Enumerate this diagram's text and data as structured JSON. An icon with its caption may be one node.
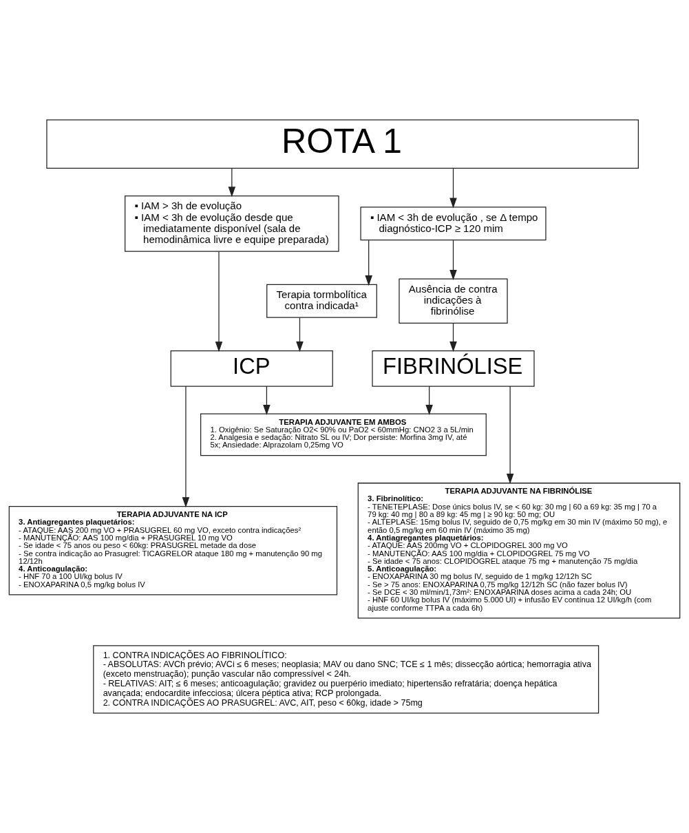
{
  "diagram": {
    "nodes": [
      {
        "text": [
          "ROTA 1"
        ]
      },
      {
        "text": [
          "▪ IAM > 3h de evolução",
          "▪ IAM < 3h de evolução desde que imediatamente disponível (sala de hemodinâmica livre e equipe preparada)"
        ]
      },
      {
        "text": [
          "▪ IAM < 3h de evolução , se Δ tempo diagnóstico-ICP ≥ 120 mim"
        ]
      },
      {
        "text": [
          "Terapia tormbolítica contra indicada¹"
        ]
      },
      {
        "text": [
          "Ausência de contra indicações à fibrinólise"
        ]
      },
      {
        "text": [
          "ICP"
        ]
      },
      {
        "text": [
          "FIBRINÓLISE"
        ]
      },
      {
        "text": [
          "TERAPIA ADJUVANTE EM AMBOS",
          "1. Oxigênio: Se Saturação O2< 90% ou PaO2 < 60mmHg: CNO2 3 a 5L/min",
          "2. Analgesia e sedação: Nitrato SL ou IV; Dor persiste: Morfina 3mg IV, até 5x; Ansiedade: Alprazolam 0,25mg VO"
        ]
      },
      {
        "text": [
          "TERAPIA ADJUVANTE NA ICP",
          "3. Antiagregantes plaquetários:",
          "- ATAQUE: AAS 200 mg VO + PRASUGREL 60 mg VO, exceto contra indicações²",
          "- MANUTENÇÃO: AAS 100 mg/dia + PRASUGREL 10 mg VO",
          "- Se idade < 75 anos ou peso < 60kg: PRASUGREL metade da dose",
          "- Se contra indicação ao Prasugrel: TICAGRELOR ataque 180 mg + manutenção 90 mg 12/12h",
          "4. Anticoagulação:",
          "- HNF 70 a 100 UI/kg bolus IV",
          "- ENOXAPARINA 0,5 mg/kg bolus IV"
        ]
      },
      {
        "text": [
          "TERAPIA ADJUVANTE NA FIBRINÓLISE",
          "3. Fibrinolítico:",
          "- TENETEPLASE: Dose únics bolus IV, se < 60 kg: 30 mg | 60 a 69 kg: 35 mg | 70 a 79 kg: 40 mg | 80 a 89 kg: 45 mg | ≥ 90 kg: 50 mg; OU",
          "- ALTEPLASE: 15mg bolus IV, seguido de 0,75 mg/kg em 30 min IV (máximo 50 mg), e então 0,5 mg/kg em 60 min IV (máximo 35 mg)",
          "4. Antiagregantes plaquetários:",
          "- ATAQUE: AAS 200mg VO + CLOPIDOGREL 300 mg VO",
          "- MANUTENÇÃO: AAS 100 mg/dia + CLOPIDOGREL 75 mg VO",
          "- Se idade < 75 anos: CLOPIDOGREL ataque 75 mg + manutenção 75 mg/dia",
          "5. Anticoagulação:",
          "- ENOXAPARINA 30 mg bolus IV, seguido de 1 mg/kg 12/12h SC",
          "- Se > 75 anos: ENOXAPARINA 0,75 mg/kg 12/12h SC (não fazer bolus IV)",
          "- Se DCE < 30 ml/min/1,73m²: ENOXAPARINA doses acima a cada 24h; OU",
          "- HNF 60 UI/kg bolus IV (máximo 5.000 UI) + infusão EV contínua 12 UI/kg/h (com ajuste conforme TTPA a cada 6h)"
        ]
      },
      {
        "text": [
          "1. CONTRA INDICAÇÕES AO FIBRINOLÍTICO:",
          "- ABSOLUTAS: AVCh prévio; AVCi ≤ 6 meses; neoplasia; MAV ou dano SNC; TCE ≤ 1 mês; dissecção aórtica; hemorragia ativa (exceto menstruação); punção vascular não compressível < 24h.",
          "- RELATIVAS: AIT; ≤ 6 meses; anticoagulação; gravidez ou puerpério imediato; hipertensão refratária; doença hepática avançada; endocardite infecciosa; úlcera péptica ativa; RCP prolongada.",
          "2. CONTRA INDICAÇÕES AO PRASUGREL: AVC, AIT, peso < 60kg, idade > 75mg"
        ]
      }
    ],
    "edges": [
      {
        "from": 0,
        "to": 1,
        "arrow": "to"
      },
      {
        "from": 0,
        "to": 2,
        "arrow": "to"
      },
      {
        "from": 2,
        "to": 3,
        "arrow": "to"
      },
      {
        "from": 2,
        "to": 4,
        "arrow": "to"
      },
      {
        "from": 1,
        "to": 5,
        "arrow": "to"
      },
      {
        "from": 3,
        "to": 5,
        "arrow": "to"
      },
      {
        "from": 4,
        "to": 6,
        "arrow": "to"
      },
      {
        "from": 5,
        "to": 7,
        "arrow": "to"
      },
      {
        "from": 6,
        "to": 7,
        "arrow": "to"
      },
      {
        "from": 5,
        "to": 8,
        "arrow": "to"
      },
      {
        "from": 6,
        "to": 9,
        "arrow": "to"
      }
    ]
  }
}
